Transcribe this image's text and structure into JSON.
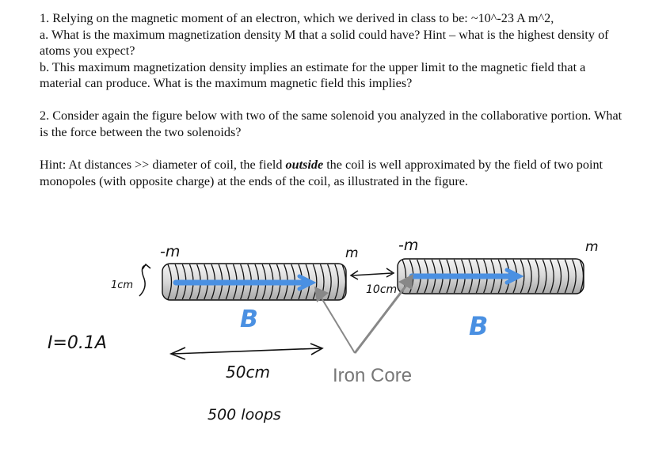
{
  "q1": {
    "intro": "1. Relying on the magnetic moment of an electron, which we derived in class to be: ~10^-23 A m^2,",
    "part_a": "a. What is the maximum magnetization density M that a solid could have? Hint – what is the highest density of atoms you expect?",
    "part_b": "b. This maximum magnetization density implies an estimate for the upper limit to the magnetic field that a material can produce.  What is the maximum magnetic field this implies?"
  },
  "q2": {
    "text": "2. Consider again the figure below with two of the same solenoid you analyzed in the collaborative portion. What is the force between the two solenoids?"
  },
  "hint": {
    "prefix": "Hint: At distances >> diameter of coil, the field ",
    "emphasis": "outside",
    "suffix": " the coil is well approximated by the field of two point monopoles (with opposite charge) at the ends of the coil, as illustrated in the figure."
  },
  "figure": {
    "left_minus_m": "-m",
    "left_plus_m": "m",
    "right_minus_m": "-m",
    "right_plus_m": "m",
    "diameter_label": "1cm",
    "gap_label": "10cm",
    "current_label": "I=0.1A",
    "length_label": "50cm",
    "loops_label": "500 loops",
    "field_label_left": "B",
    "field_label_right": "B",
    "iron_core_label": "Iron Core",
    "colors": {
      "field_blue": "#4a90e2",
      "ink": "#111111",
      "core_gray": "#888888",
      "label_gray": "#777777"
    }
  }
}
